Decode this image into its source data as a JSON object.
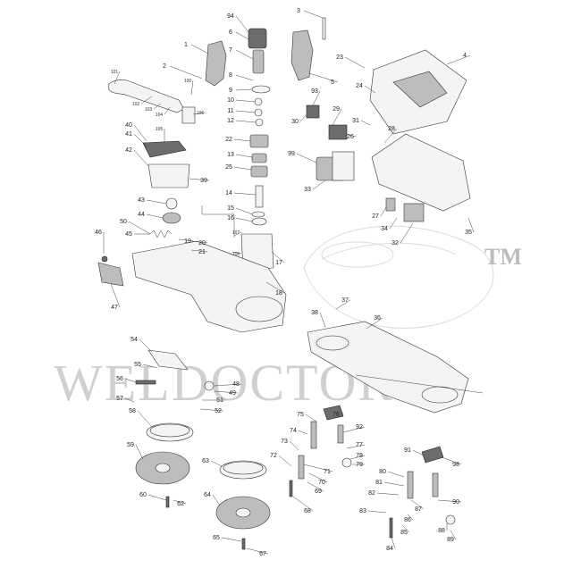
{
  "watermark": {
    "text": "WELDOCTOR",
    "mark": "TM"
  },
  "callouts": [
    "1",
    "2",
    "3",
    "4",
    "5",
    "6",
    "7",
    "8",
    "9",
    "10",
    "11",
    "12",
    "13",
    "14",
    "15",
    "16",
    "17",
    "18",
    "19",
    "20",
    "21",
    "22",
    "23",
    "24",
    "25",
    "26",
    "27",
    "28",
    "29",
    "30",
    "31",
    "32",
    "33",
    "34",
    "35",
    "36",
    "37",
    "38",
    "39",
    "40",
    "41",
    "42",
    "43",
    "44",
    "45",
    "46",
    "47",
    "48",
    "49",
    "50",
    "51",
    "52",
    "54",
    "55",
    "56",
    "57",
    "58",
    "59",
    "60",
    "62",
    "63",
    "64",
    "65",
    "67",
    "68",
    "69",
    "70",
    "71",
    "72",
    "73",
    "74",
    "75",
    "76",
    "77",
    "78",
    "79",
    "80",
    "81",
    "82",
    "83",
    "84",
    "85",
    "86",
    "87",
    "88",
    "89",
    "90",
    "91",
    "92",
    "93",
    "94",
    "98",
    "99",
    "100",
    "101",
    "102",
    "103",
    "104",
    "105",
    "106",
    "107",
    "108"
  ]
}
